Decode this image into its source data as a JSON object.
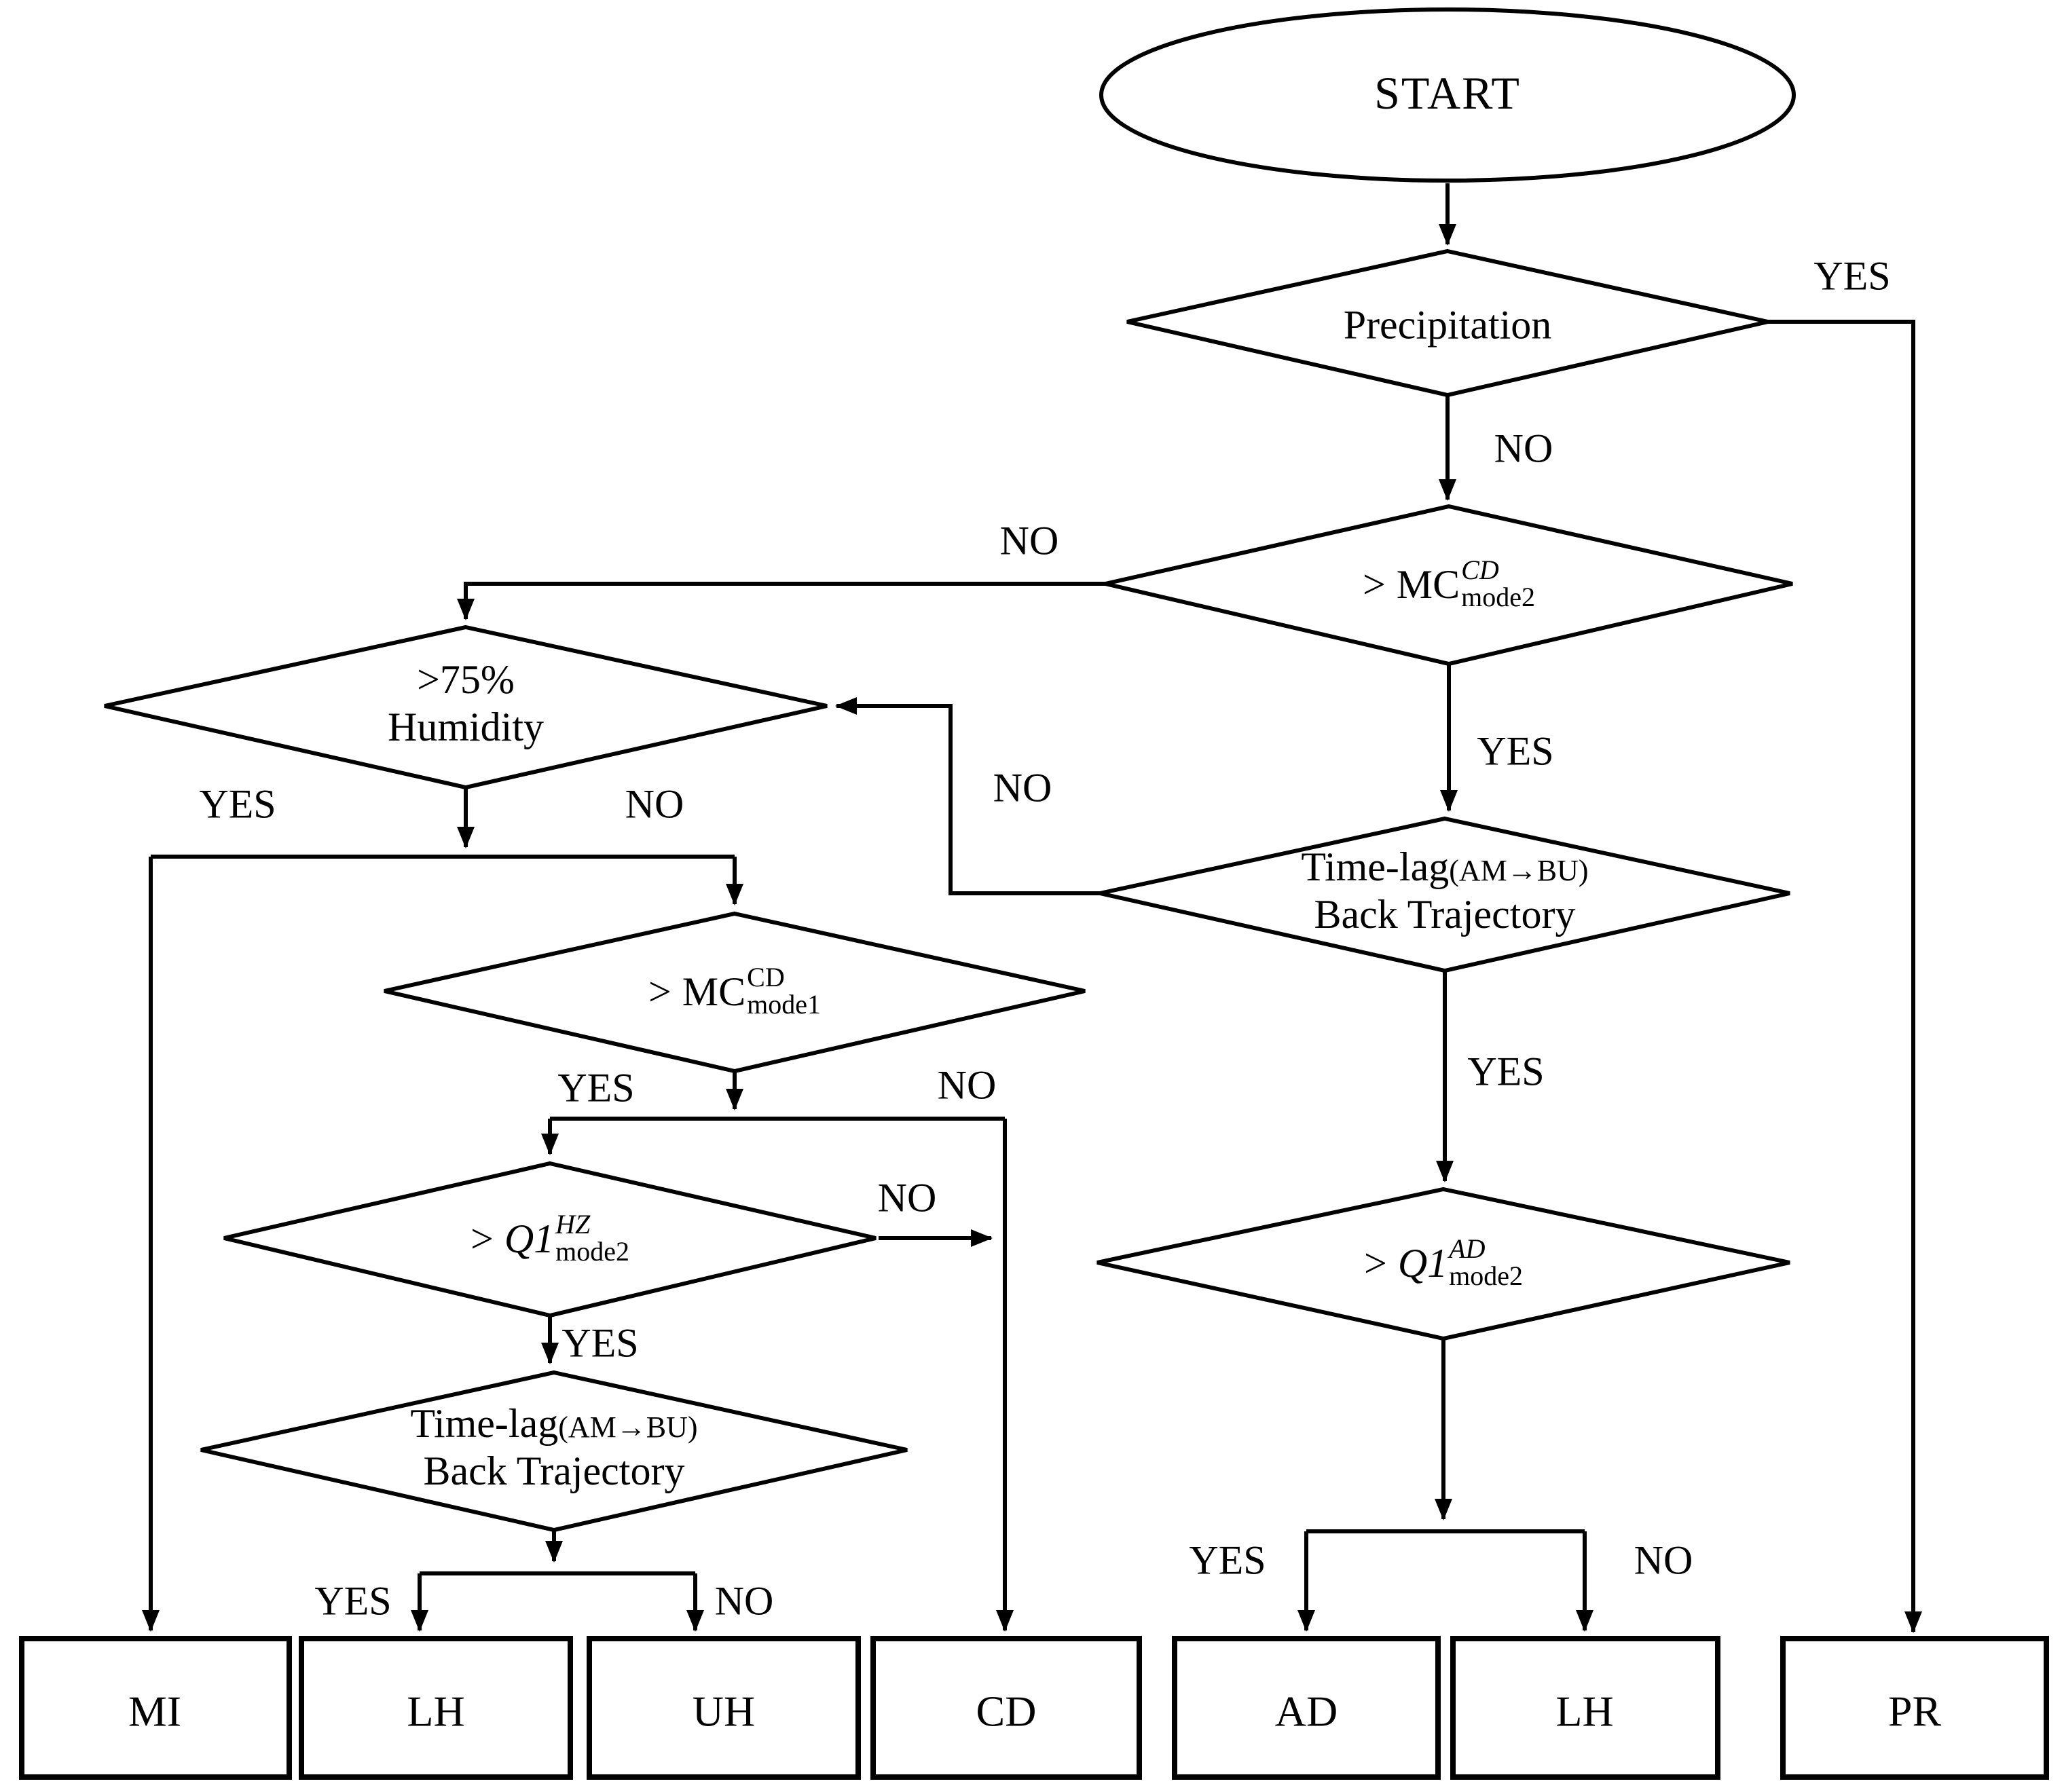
{
  "diagram": {
    "start": {
      "label": "START"
    },
    "decisions": {
      "precipitation": {
        "label": "Precipitation"
      },
      "mc_mode2": {
        "op": ">",
        "base": "MC",
        "sup": "CD",
        "sub": "mode2"
      },
      "humidity": {
        "line1": ">75%",
        "line2": "Humidity"
      },
      "timelag_right": {
        "main": "Time-lag",
        "paren": "(AM→BU)",
        "line2": "Back Trajectory"
      },
      "mc_mode1": {
        "op": ">",
        "base": "MC",
        "sup": "CD",
        "sub": "mode1"
      },
      "q1_hz": {
        "op": ">",
        "base": "Q1",
        "sup": "HZ",
        "sub": "mode2"
      },
      "q1_ad": {
        "op": ">",
        "base": "Q1",
        "sup": "AD",
        "sub": "mode2"
      },
      "timelag_left": {
        "main": "Time-lag",
        "paren": "(AM→BU)",
        "line2": "Back Trajectory"
      }
    },
    "terminals": {
      "mi": "MI",
      "lh_left": "LH",
      "uh": "UH",
      "cd": "CD",
      "ad": "AD",
      "lh_right": "LH",
      "pr": "PR"
    },
    "branch_labels": {
      "precipitation_yes": "YES",
      "precipitation_no": "NO",
      "mc_mode2_no": "NO",
      "mc_mode2_yes": "YES",
      "timelag_right_no": "NO",
      "timelag_right_yes": "YES",
      "humidity_yes": "YES",
      "humidity_no": "NO",
      "mc_mode1_yes": "YES",
      "mc_mode1_no": "NO",
      "q1_hz_no": "NO",
      "q1_hz_yes": "YES",
      "timelag_left_yes": "YES",
      "timelag_left_no": "NO",
      "q1_ad_yes": "YES",
      "q1_ad_no": "NO"
    },
    "colors": {
      "line": "#000000",
      "background": "#ffffff"
    }
  }
}
